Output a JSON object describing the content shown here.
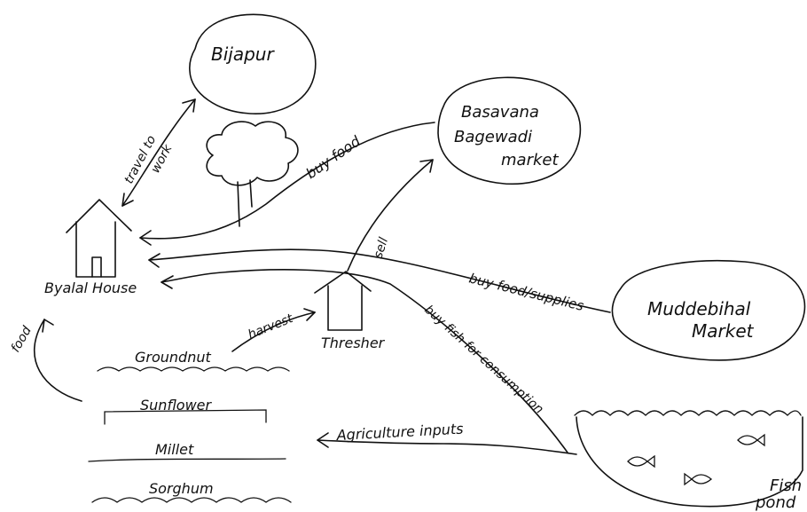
{
  "places": {
    "bijapur": "Bijapur",
    "basavana_line1": "Basavana",
    "basavana_line2": "Bagewadi",
    "basavana_line3": "market",
    "muddebihal_line1": "Muddebihal",
    "muddebihal_line2": "Market",
    "house": "Byalal House",
    "thresher": "Thresher",
    "fish_pond_line1": "Fish",
    "fish_pond_line2": "pond"
  },
  "crops": {
    "groundnut": "Groundnut",
    "sunflower": "Sunflower",
    "millet": "Millet",
    "sorghum": "Sorghum"
  },
  "flows": {
    "travel_line1": "travel to",
    "travel_line2": "work",
    "buy_food": "buy food",
    "sell": "sell",
    "buy_food_supplies": "buy food/supplies",
    "buy_fish": "buy fish for consumption",
    "harvest": "harvest",
    "food": "food",
    "agriculture_inputs": "Agriculture inputs"
  },
  "icons": [
    "tree-icon",
    "house-icon",
    "thresher-shed-icon",
    "fish-icon"
  ]
}
